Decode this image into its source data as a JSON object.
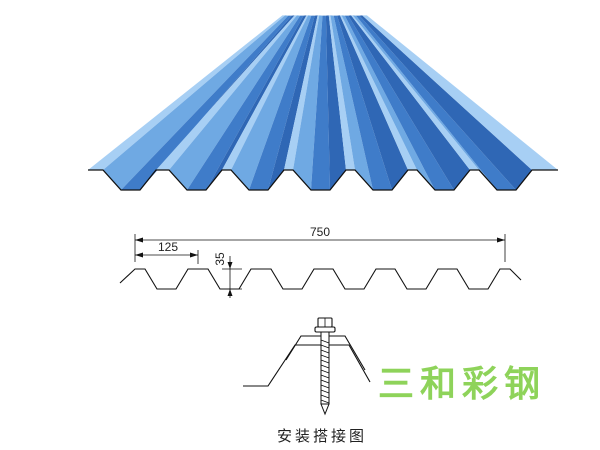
{
  "dimensions": {
    "total_width": "750",
    "pitch": "125",
    "height": "35"
  },
  "caption": "安装搭接图",
  "watermark": "三和彩钢",
  "colors": {
    "panel_light": "#a7cff4",
    "panel_mid": "#6fa9e3",
    "panel_dark": "#3f7cc9",
    "panel_deep": "#2f67b5",
    "line": "#111111",
    "watermark": "#8ed35a"
  }
}
